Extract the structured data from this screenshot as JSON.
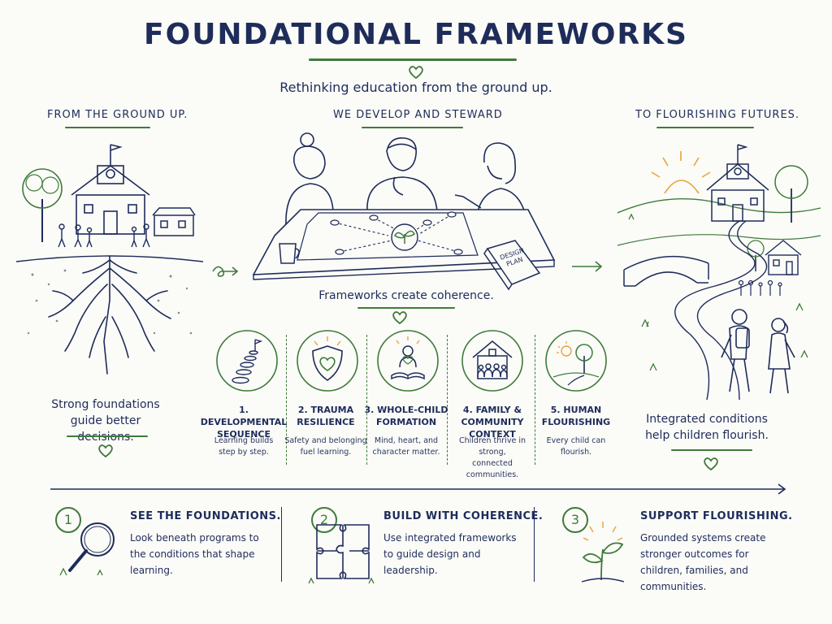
{
  "header": {
    "title": "FOUNDATIONAL FRAMEWORKS",
    "subtitle": "Rethinking education from the ground up."
  },
  "colors": {
    "navy": "#1e2c5a",
    "green": "#3f7a3a",
    "sun": "#e8a33b",
    "background": "#fbfbf8"
  },
  "left": {
    "heading": "FROM THE GROUND UP.",
    "caption_line1": "Strong foundations",
    "caption_line2": "guide better decisions."
  },
  "center": {
    "heading": "WE DEVELOP AND STEWARD",
    "design_plan_line1": "DESIGN",
    "design_plan_line2": "PLAN",
    "caption": "Frameworks create coherence."
  },
  "right": {
    "heading": "TO FLOURISHING FUTURES.",
    "caption_line1": "Integrated conditions",
    "caption_line2": "help children flourish."
  },
  "pillars": [
    {
      "icon": "stepping-stones-icon",
      "title_line1": "1. DEVELOPMENTAL",
      "title_line2": "SEQUENCE",
      "desc_line1": "Learning builds",
      "desc_line2": "step by step."
    },
    {
      "icon": "shield-heart-icon",
      "title_line1": "2. TRAUMA",
      "title_line2": "RESILIENCE",
      "desc_line1": "Safety and belonging",
      "desc_line2": "fuel learning."
    },
    {
      "icon": "person-reading-icon",
      "title_line1": "3. WHOLE-CHILD",
      "title_line2": "FORMATION",
      "desc_line1": "Mind, heart, and",
      "desc_line2": "character matter."
    },
    {
      "icon": "house-family-icon",
      "title_line1": "4. FAMILY &",
      "title_line2": "COMMUNITY CONTEXT",
      "desc_line1": "Children thrive in strong,",
      "desc_line2": "connected communities."
    },
    {
      "icon": "tree-sun-icon",
      "title_line1": "5. HUMAN",
      "title_line2": "FLOURISHING",
      "desc_line1": "Every child can",
      "desc_line2": "flourish."
    }
  ],
  "steps": [
    {
      "num": "1",
      "icon": "magnifying-glass-icon",
      "title": "SEE THE FOUNDATIONS.",
      "lines": [
        "Look beneath programs to",
        "the conditions that shape",
        "learning."
      ]
    },
    {
      "num": "2",
      "icon": "puzzle-icon",
      "title": "BUILD WITH COHERENCE.",
      "lines": [
        "Use integrated frameworks",
        "to guide design and",
        "leadership."
      ]
    },
    {
      "num": "3",
      "icon": "sprout-icon",
      "title": "SUPPORT FLOURISHING.",
      "lines": [
        "Grounded systems create",
        "stronger outcomes for",
        "children, families, and",
        "communities."
      ]
    }
  ]
}
